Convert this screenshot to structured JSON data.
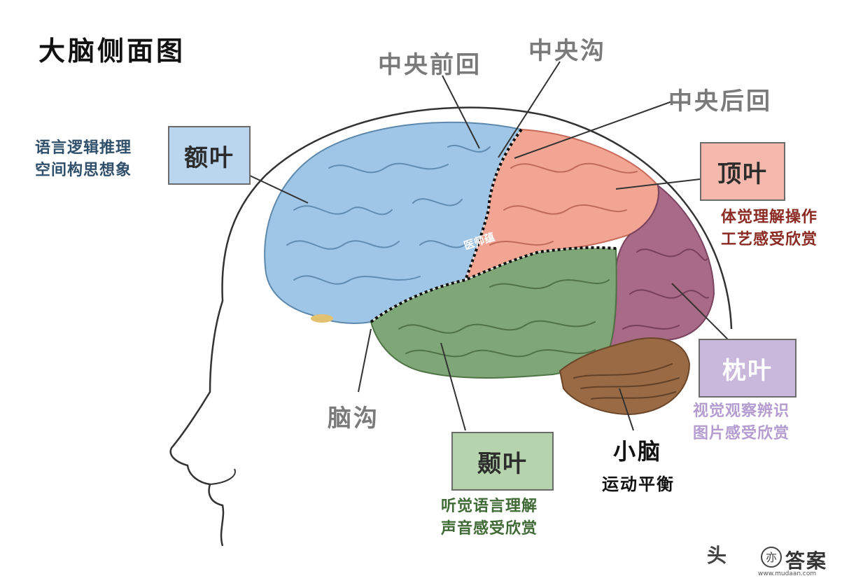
{
  "title": "大脑侧面图",
  "labels": {
    "precentral": "中央前回",
    "central_sulcus": "中央沟",
    "postcentral": "中央后回",
    "fissure": "脑沟",
    "gap": "医师蕴"
  },
  "lobes": {
    "frontal": {
      "name": "额叶",
      "desc": [
        "语言逻辑推理",
        "空间构思想象"
      ],
      "color": "#b9d6ee",
      "text_color": "#2f4f6b"
    },
    "parietal": {
      "name": "顶叶",
      "desc": [
        "体觉理解操作",
        "工艺感受欣赏"
      ],
      "color": "#f4b8ad",
      "text_color": "#8a2a22"
    },
    "occipital": {
      "name": "枕叶",
      "desc": [
        "视觉观察辨识",
        "图片感受欣赏"
      ],
      "color": "#c9b8dc",
      "text_color": "#b49cd0"
    },
    "temporal": {
      "name": "颞叶",
      "desc": [
        "听觉语言理解",
        "声音感受欣赏"
      ],
      "color": "#b5d3ad",
      "text_color": "#3f6a36"
    }
  },
  "cerebellum": {
    "name": "小脑",
    "desc": "运动平衡"
  },
  "watermark": {
    "text": "答案",
    "url": "www.mudaan.com",
    "fragment": "头"
  }
}
